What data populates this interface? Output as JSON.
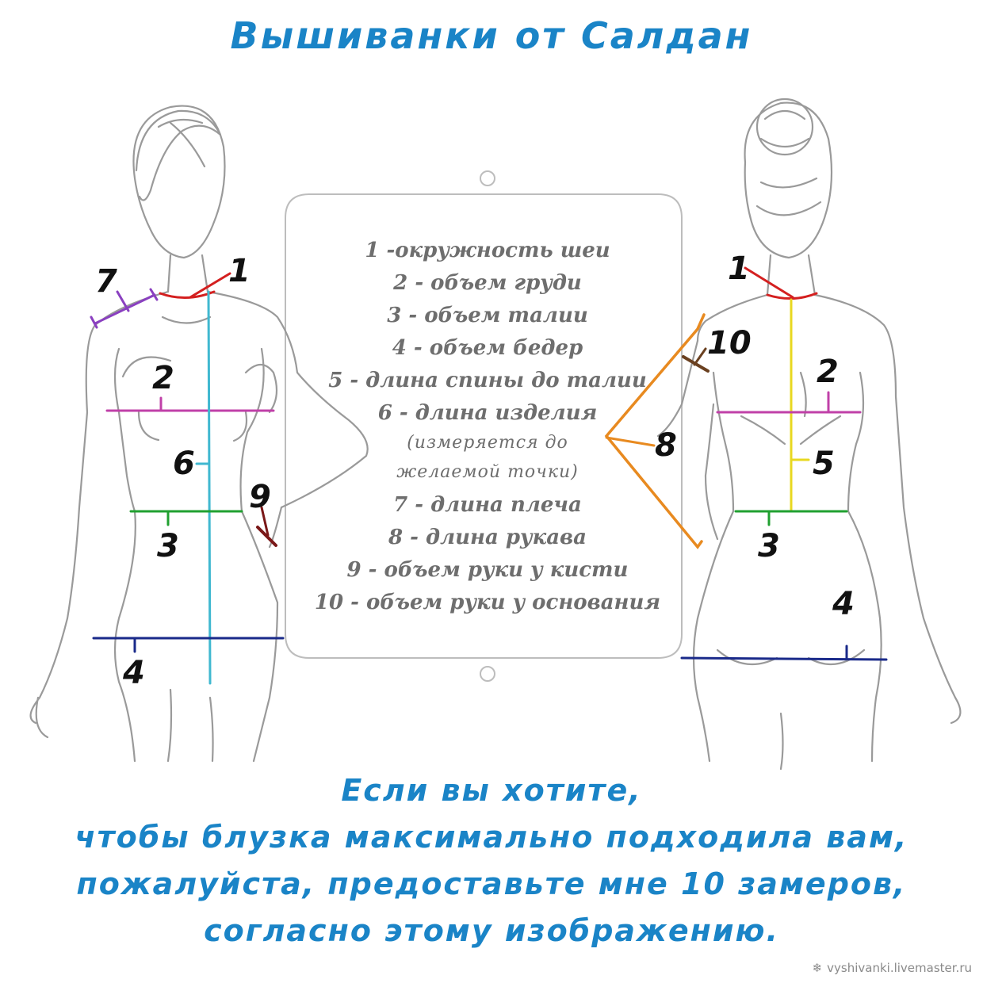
{
  "title": "Вышиванки от Салдан",
  "legend": {
    "items": [
      "1 -окружность шеи",
      "2 - объем груди",
      "3 - объем талии",
      "4 - объем бедер",
      "5 - длина спины до талии",
      "6 - длина изделия",
      "(измеряется до",
      "желаемой точки)",
      "7 - длина плеча",
      "8 - длина рукава",
      "9 - объем руки у кисти",
      "10 - объем руки у основания"
    ]
  },
  "front_labels": [
    "7",
    "1",
    "2",
    "6",
    "9",
    "3",
    "4"
  ],
  "back_labels": [
    "1",
    "10",
    "2",
    "8",
    "5",
    "3",
    "4"
  ],
  "colors": {
    "title": "#1a84c7",
    "neck": "#d42020",
    "chest": "#c040a8",
    "waist": "#20a030",
    "hips": "#1a2a8a",
    "back_length": "#e8d820",
    "garment_length": "#40b8d0",
    "shoulder": "#8a40c0",
    "sleeve": "#e88a20",
    "wrist": "#7a1818",
    "upper_arm": "#6a4020"
  },
  "bottom_text": {
    "line1": "Если вы хотите,",
    "line2": "чтобы блузка максимально подходила вам,",
    "line3": "пожалуйста, предоставьте мне 10 замеров,",
    "line4": "согласно этому изображению."
  },
  "watermark": {
    "icon": "snowflake-icon",
    "text": "vyshivanki.livemaster.ru"
  }
}
